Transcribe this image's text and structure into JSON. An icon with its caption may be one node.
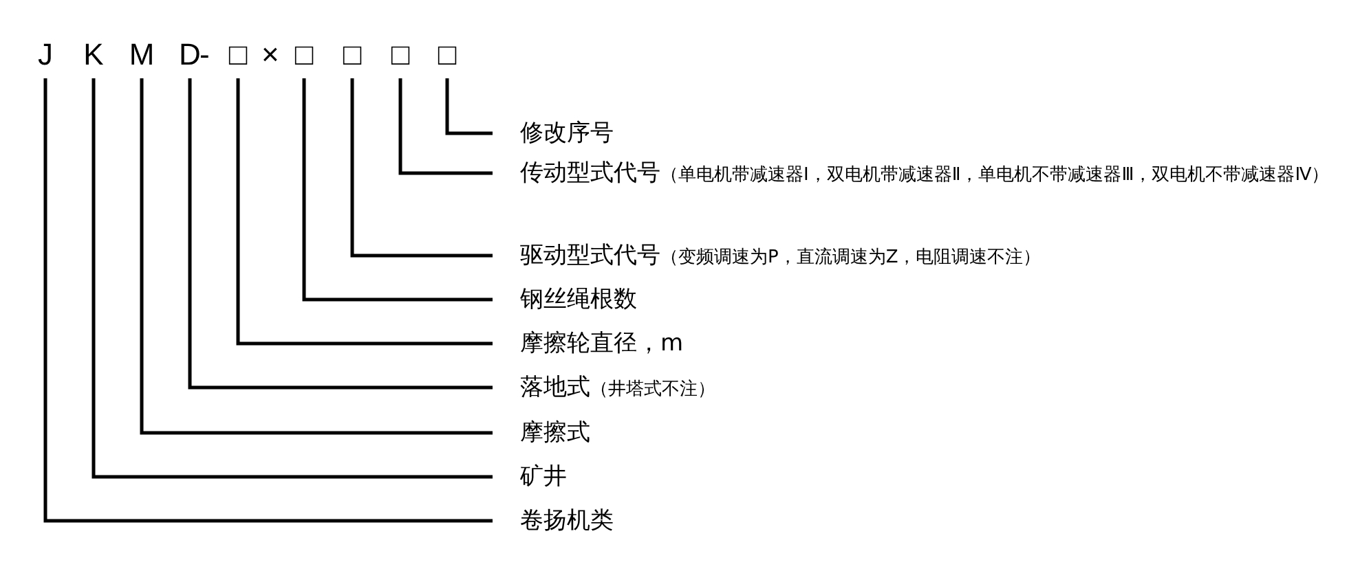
{
  "diagram": {
    "nodes": [
      {
        "text": [
          "J"
        ]
      },
      {
        "text": [
          "K"
        ]
      },
      {
        "text": [
          "M"
        ]
      },
      {
        "text": [
          "D"
        ]
      },
      {
        "text": [
          "□"
        ]
      },
      {
        "text": [
          "□"
        ]
      },
      {
        "text": [
          "□"
        ]
      },
      {
        "text": [
          "□"
        ]
      },
      {
        "text": [
          "□"
        ]
      },
      {
        "text": [
          "修改序号"
        ]
      },
      {
        "text": [
          "传动型式代号",
          "（单电机带减速器Ⅰ，双电机带减速器Ⅱ，单电机不带减速器Ⅲ，双电机不带减速器Ⅳ）"
        ]
      },
      {
        "text": [
          "驱动型式代号",
          "（变频调速为P，直流调速为Z，电阻调速不注）"
        ]
      },
      {
        "text": [
          "钢丝绳根数"
        ]
      },
      {
        "text": [
          "摩擦轮直径，m"
        ]
      },
      {
        "text": [
          "落地式",
          "（井塔式不注）"
        ]
      },
      {
        "text": [
          "摩擦式"
        ]
      },
      {
        "text": [
          "矿井"
        ]
      },
      {
        "text": [
          "卷扬机类"
        ]
      }
    ],
    "edges": [
      {
        "from": 8,
        "to": 9,
        "arrow": "none"
      },
      {
        "from": 7,
        "to": 10,
        "arrow": "none"
      },
      {
        "from": 6,
        "to": 11,
        "arrow": "none"
      },
      {
        "from": 5,
        "to": 12,
        "arrow": "none"
      },
      {
        "from": 4,
        "to": 13,
        "arrow": "none"
      },
      {
        "from": 3,
        "to": 14,
        "arrow": "none"
      },
      {
        "from": 2,
        "to": 15,
        "arrow": "none"
      },
      {
        "from": 1,
        "to": 16,
        "arrow": "none"
      },
      {
        "from": 0,
        "to": 17,
        "arrow": "none"
      }
    ],
    "labels": [
      "-",
      "×"
    ]
  }
}
